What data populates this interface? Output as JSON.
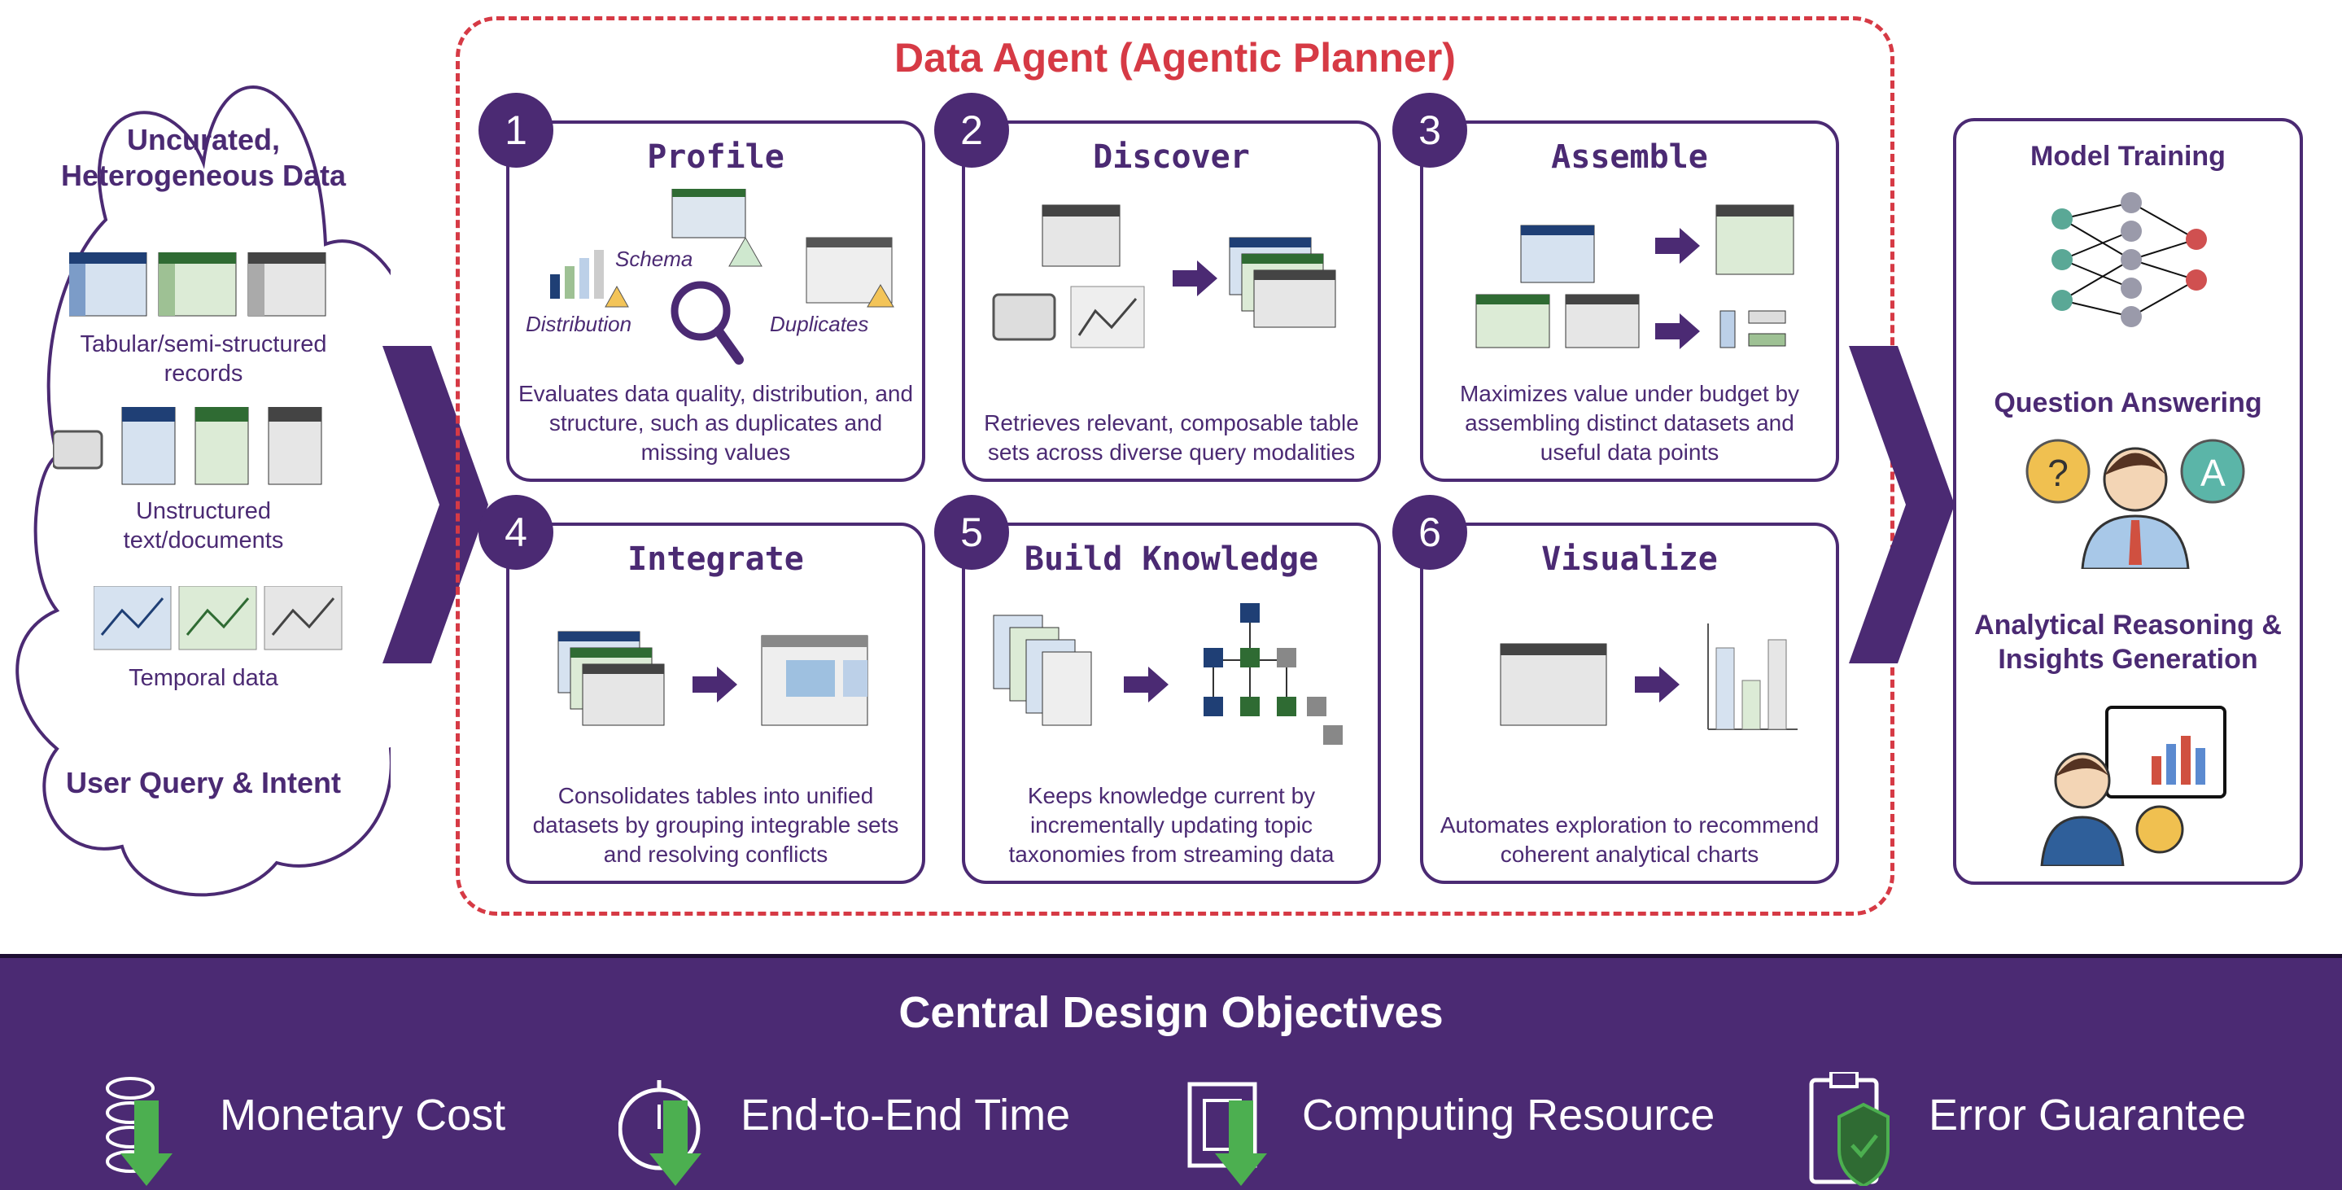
{
  "input": {
    "title": "Uncurated, Heterogeneous Data",
    "items": [
      {
        "label": "Tabular/semi-structured records"
      },
      {
        "label": "Unstructured text/documents"
      },
      {
        "label": "Temporal data"
      }
    ],
    "query": "User Query & Intent"
  },
  "agent": {
    "title": "Data Agent (Agentic Planner)",
    "cards": [
      {
        "num": "1",
        "title": "Profile",
        "desc": "Evaluates data quality, distribution, and structure, such as duplicates and missing values",
        "tags": [
          "Schema",
          "Distribution",
          "Duplicates"
        ]
      },
      {
        "num": "2",
        "title": "Discover",
        "desc": "Retrieves relevant, composable table sets across diverse query modalities"
      },
      {
        "num": "3",
        "title": "Assemble",
        "desc": "Maximizes value under budget by assembling distinct datasets and useful data points"
      },
      {
        "num": "4",
        "title": "Integrate",
        "desc": "Consolidates tables into unified datasets by grouping integrable sets and resolving conflicts"
      },
      {
        "num": "5",
        "title": "Build Knowledge",
        "desc": "Keeps knowledge current by incrementally updating topic taxonomies from streaming data"
      },
      {
        "num": "6",
        "title": "Visualize",
        "desc": "Automates exploration to recommend coherent analytical charts"
      }
    ]
  },
  "outputs": {
    "items": [
      {
        "label": "Model Training"
      },
      {
        "label": "Question Answering",
        "q": "?",
        "a": "A"
      },
      {
        "label": "Analytical Reasoning & Insights Generation"
      }
    ]
  },
  "objectives": {
    "title": "Central Design Objectives",
    "items": [
      {
        "label": "Monetary Cost"
      },
      {
        "label": "End-to-End Time"
      },
      {
        "label": "Computing Resource"
      },
      {
        "label": "Error Guarantee"
      }
    ]
  },
  "colors": {
    "purple": "#4b2a73",
    "red": "#d63a45",
    "green": "#4caf50"
  }
}
